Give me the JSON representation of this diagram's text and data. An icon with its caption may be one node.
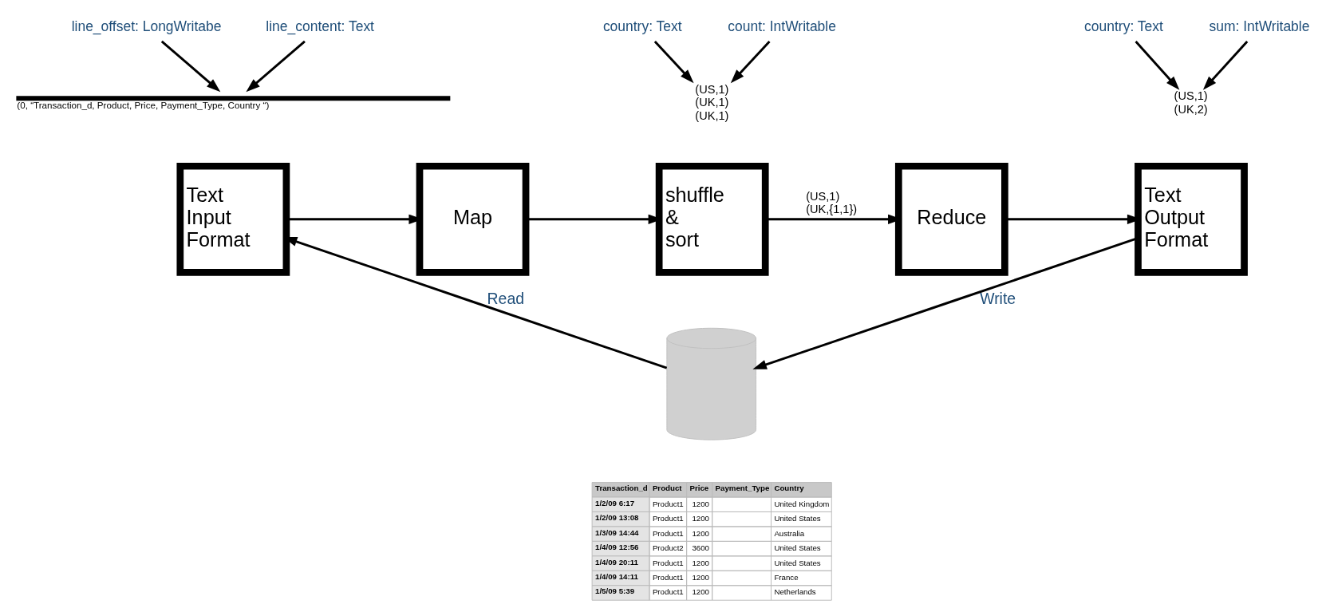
{
  "diagram": {
    "nodes": [
      {
        "text": [
          "Text Input Format"
        ]
      },
      {
        "text": [
          "Map"
        ]
      },
      {
        "text": [
          "shuffle & sort"
        ]
      },
      {
        "text": [
          "Reduce"
        ]
      },
      {
        "text": [
          "Text Output Format"
        ]
      },
      {
        "text": [],
        "shape": "cylinder"
      },
      {
        "text": [
          "line_offset: LongWritabe"
        ]
      },
      {
        "text": [
          "line_content: Text"
        ]
      },
      {
        "text": [],
        "shape": "bar",
        "beside": [
          "(0, “Transaction_d, Product, Price, Payment_Type, Country “)"
        ]
      },
      {
        "text": [
          "(US,1) (UK,1) (UK,1)"
        ]
      },
      {
        "text": [
          "country: Text"
        ]
      },
      {
        "text": [
          "count: IntWritable"
        ]
      },
      {
        "text": [
          "(US,1) (UK,2)"
        ]
      },
      {
        "text": [
          "country: Text"
        ]
      },
      {
        "text": [
          "sum: IntWritable"
        ]
      }
    ],
    "edges": [
      {
        "from": 0,
        "to": 1,
        "arrow": "to"
      },
      {
        "from": 1,
        "to": 2,
        "arrow": "to"
      },
      {
        "from": 2,
        "to": 3,
        "arrow": "to",
        "label": "(US,1) (UK,{1,1})"
      },
      {
        "from": 3,
        "to": 4,
        "arrow": "to"
      },
      {
        "from": 5,
        "to": 0,
        "arrow": "to",
        "label": "Read"
      },
      {
        "from": 4,
        "to": 5,
        "arrow": "to",
        "label": "Write"
      },
      {
        "from": 6,
        "to": 8,
        "arrow": "to"
      },
      {
        "from": 7,
        "to": 8,
        "arrow": "to"
      },
      {
        "from": 10,
        "to": 9,
        "arrow": "to"
      },
      {
        "from": 11,
        "to": 9,
        "arrow": "to"
      },
      {
        "from": 13,
        "to": 12,
        "arrow": "to"
      },
      {
        "from": 14,
        "to": 12,
        "arrow": "to"
      }
    ],
    "labels": [
      "Transaction_d",
      "Product",
      "Price",
      "Payment_Type",
      "Country",
      "1/2/09 6:17",
      "Product1",
      "1200",
      "United Kingdom",
      "1/2/09 13:08",
      "Product1",
      "1200",
      "United States",
      "1/3/09 14:44",
      "Product1",
      "1200",
      "Australia",
      "1/4/09 12:56",
      "Product2",
      "3600",
      "United States",
      "1/4/09 20:11",
      "Product1",
      "1200",
      "United States",
      "1/4/09 14:11",
      "Product1",
      "1200",
      "France",
      "1/5/09 5:39",
      "Product1",
      "1200",
      "Netherlands"
    ]
  }
}
